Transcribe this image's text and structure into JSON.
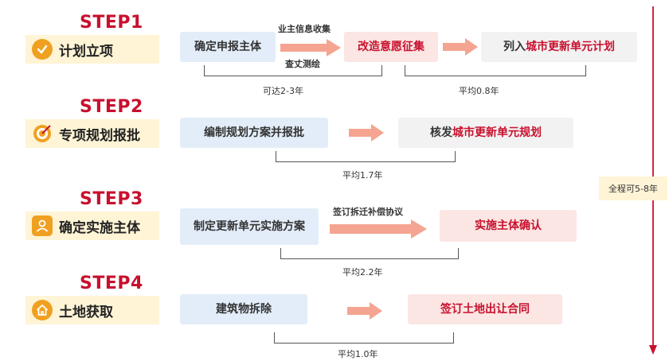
{
  "steps": [
    {
      "title": "STEP1",
      "stage_label": "计划立项",
      "box1": "确定申报主体",
      "arrow_top": "业主信息收集",
      "arrow_bottom": "查丈测绘",
      "box2": "改造意愿征集",
      "box3_prefix": "列入",
      "box3_highlight": "城市更新单元计划",
      "duration1": "可达2-3年",
      "duration2": "平均0.8年"
    },
    {
      "title": "STEP2",
      "stage_label": "专项规划报批",
      "box1": "编制规划方案并报批",
      "box2_prefix": "核发",
      "box2_highlight": "城市更新单元规划",
      "duration": "平均1.7年"
    },
    {
      "title": "STEP3",
      "stage_label": "确定实施主体",
      "box1": "制定更新单元实施方案",
      "arrow_top": "签订拆迁补偿协议",
      "box2": "实施主体确认",
      "duration": "平均2.2年"
    },
    {
      "title": "STEP4",
      "stage_label": "土地获取",
      "box1": "建筑物拆除",
      "box2": "签订土地出让合同",
      "duration": "平均1.0年"
    }
  ],
  "total_duration": "全程可5-8年",
  "colors": {
    "accent_red": "#c8102e",
    "stage_bg": "#fff4d6",
    "icon_orange": "#f0a020",
    "arrow_salmon": "#f4a490"
  }
}
